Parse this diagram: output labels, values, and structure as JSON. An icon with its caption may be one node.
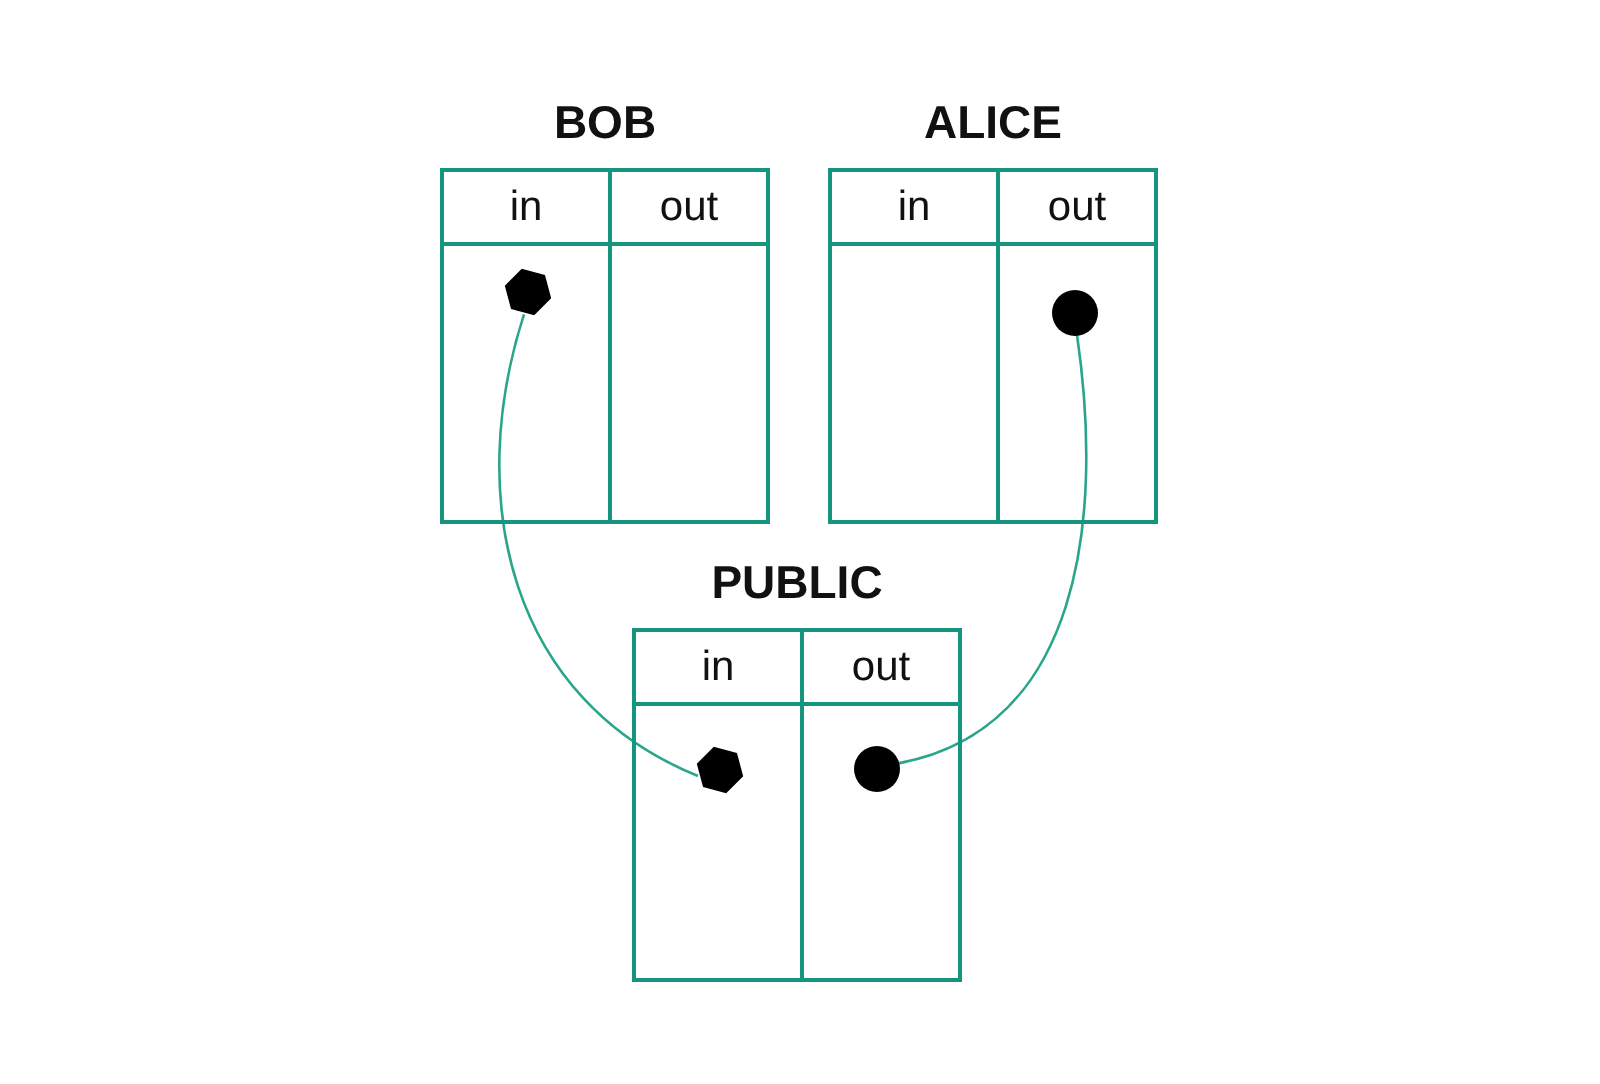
{
  "diagram": {
    "nodes": [
      {
        "text": [
          "BOB"
        ]
      },
      {
        "text": [
          "in"
        ],
        "in": 0
      },
      {
        "text": [
          "out"
        ],
        "in": 0
      },
      {
        "text": [],
        "shape": "hexagon",
        "in": 1
      },
      {
        "text": [
          "ALICE"
        ]
      },
      {
        "text": [
          "in"
        ],
        "in": 4
      },
      {
        "text": [
          "out"
        ],
        "in": 4
      },
      {
        "text": [],
        "shape": "circle",
        "in": 6
      },
      {
        "text": [
          "PUBLIC"
        ]
      },
      {
        "text": [
          "in"
        ],
        "in": 8
      },
      {
        "text": [
          "out"
        ],
        "in": 8
      },
      {
        "text": [],
        "shape": "hexagon",
        "in": 9
      },
      {
        "text": [],
        "shape": "circle",
        "in": 10
      }
    ],
    "edges": [
      {
        "from": 3,
        "to": 11,
        "arrow": "none"
      },
      {
        "from": 7,
        "to": 12,
        "arrow": "none"
      }
    ]
  }
}
